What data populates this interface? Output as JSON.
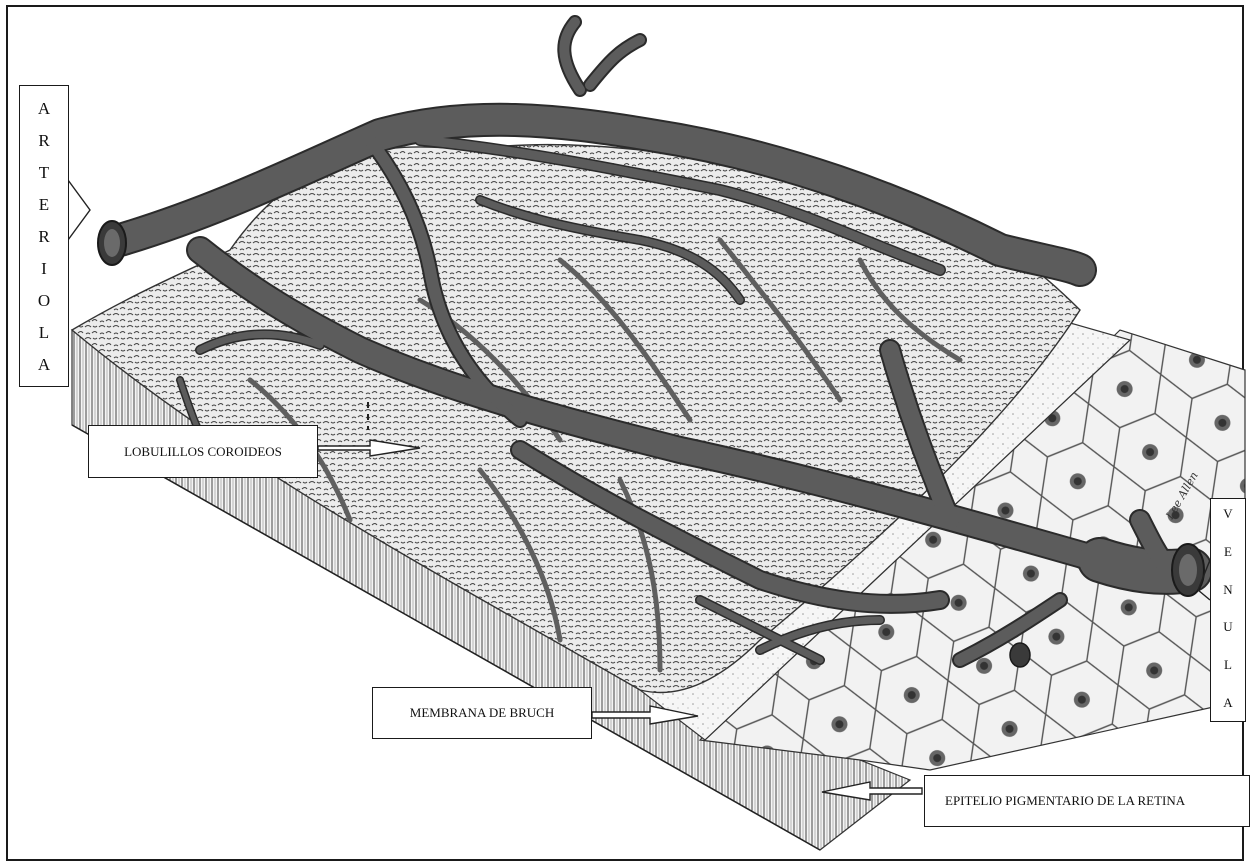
{
  "figure": {
    "labels": {
      "arteriola": "ARTERIOLA",
      "venula": "VENULA",
      "lobulillos": "LOBULILLOS COROIDEOS",
      "membrana": "MEMBRANA DE BRUCH",
      "epitelio": "EPITELIO PIGMENTARIO DE LA RETINA"
    },
    "signature": "Lee Allen"
  },
  "colors": {
    "vessel": "#5c5c5c",
    "vessel_outline": "#2b2b2b",
    "choriocapillaris": "#e9e9e9",
    "epithelium": "#f1f1f1",
    "border": "#1a1a1a"
  }
}
